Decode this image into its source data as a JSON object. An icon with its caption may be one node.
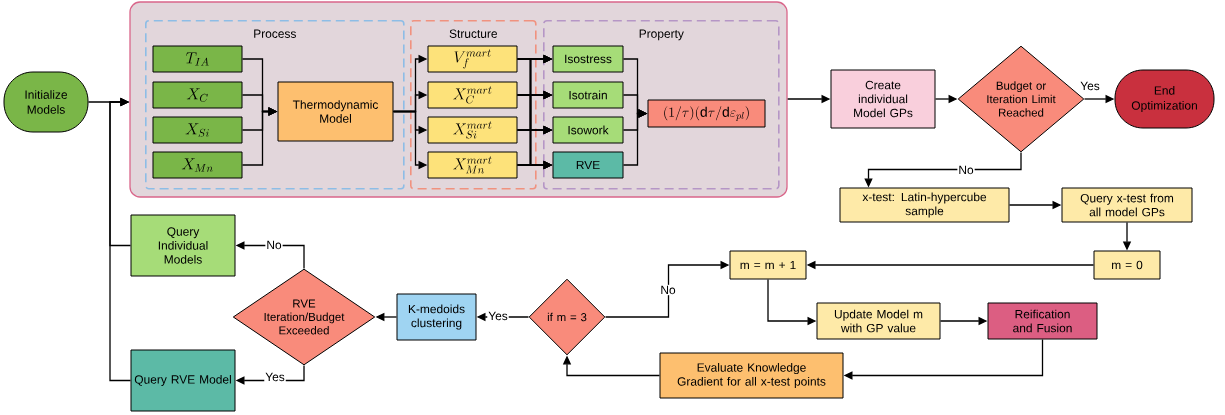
{
  "diagram": {
    "nodes": [
      {
        "text": [
          "Initialize Models"
        ]
      },
      {
        "text": [],
        "shape": "box"
      },
      {
        "text": [
          "Process"
        ],
        "in": 1
      },
      {
        "text": [
          "Structure"
        ],
        "in": 1
      },
      {
        "text": [
          "Property"
        ],
        "in": 1
      },
      {
        "text": [
          "T_{IA}"
        ],
        "in": 2
      },
      {
        "text": [
          "X_{C}"
        ],
        "in": 2
      },
      {
        "text": [
          "X_{Si}"
        ],
        "in": 2
      },
      {
        "text": [
          "X_{Mn}"
        ],
        "in": 2
      },
      {
        "text": [
          "Thermodynamic Model"
        ],
        "in": 2
      },
      {
        "text": [
          "V_{f}^{mart}"
        ],
        "in": 3
      },
      {
        "text": [
          "X_{C}^{mart}"
        ],
        "in": 3
      },
      {
        "text": [
          "X_{Si}^{mart}"
        ],
        "in": 3
      },
      {
        "text": [
          "X_{Mn}^{mart}"
        ],
        "in": 3
      },
      {
        "text": [
          "Isostress"
        ],
        "in": 4
      },
      {
        "text": [
          "Isotrain"
        ],
        "in": 4
      },
      {
        "text": [
          "Isowork"
        ],
        "in": 4
      },
      {
        "text": [
          "RVE"
        ],
        "in": 4
      },
      {
        "text": [
          "(1/\\tau)(\\mathrm{d}\\tau/\\mathrm{d}\\varepsilon_{pl})"
        ],
        "in": 4
      },
      {
        "text": [
          "Create individual Model GPs"
        ]
      },
      {
        "text": [
          "Budget or Iteration Limit Reached"
        ]
      },
      {
        "text": [
          "End Optimization"
        ]
      },
      {
        "text": [
          "x-test: Latin-hypercube sample"
        ]
      },
      {
        "text": [
          "Query x-test from all model GPs"
        ]
      },
      {
        "text": [
          "m = 0"
        ]
      },
      {
        "text": [
          "m = m + 1"
        ]
      },
      {
        "text": [
          "Update Model m with GP value"
        ]
      },
      {
        "text": [
          "Reification and Fusion"
        ]
      },
      {
        "text": [
          "Evaluate Knowledge Gradient for all x-test points"
        ]
      },
      {
        "text": [
          "if m = 3"
        ]
      },
      {
        "text": [
          "K-medoids clustering"
        ]
      },
      {
        "text": [
          "RVE Iteration/Budget Exceeded"
        ]
      },
      {
        "text": [
          "Query Individual Models"
        ]
      },
      {
        "text": [
          "Query RVE Model"
        ]
      }
    ],
    "edges": [
      {
        "from": 0,
        "to": 1,
        "arrow": "to"
      },
      {
        "from": 32,
        "to": 1,
        "arrow": "to"
      },
      {
        "from": 33,
        "to": 1,
        "arrow": "to"
      },
      {
        "from": 5,
        "to": 9,
        "arrow": "to"
      },
      {
        "from": 6,
        "to": 9,
        "arrow": "to"
      },
      {
        "from": 7,
        "to": 9,
        "arrow": "to"
      },
      {
        "from": 8,
        "to": 9,
        "arrow": "to"
      },
      {
        "from": 9,
        "to": 10,
        "arrow": "to"
      },
      {
        "from": 9,
        "to": 11,
        "arrow": "to"
      },
      {
        "from": 9,
        "to": 12,
        "arrow": "to"
      },
      {
        "from": 9,
        "to": 13,
        "arrow": "to"
      },
      {
        "from": 10,
        "to": 14,
        "arrow": "to"
      },
      {
        "from": 10,
        "to": 15,
        "arrow": "to"
      },
      {
        "from": 10,
        "to": 16,
        "arrow": "to"
      },
      {
        "from": 10,
        "to": 17,
        "arrow": "to"
      },
      {
        "from": 11,
        "to": 14,
        "arrow": "to"
      },
      {
        "from": 11,
        "to": 15,
        "arrow": "to"
      },
      {
        "from": 11,
        "to": 16,
        "arrow": "to"
      },
      {
        "from": 11,
        "to": 17,
        "arrow": "to"
      },
      {
        "from": 12,
        "to": 14,
        "arrow": "to"
      },
      {
        "from": 12,
        "to": 15,
        "arrow": "to"
      },
      {
        "from": 12,
        "to": 16,
        "arrow": "to"
      },
      {
        "from": 12,
        "to": 17,
        "arrow": "to"
      },
      {
        "from": 13,
        "to": 14,
        "arrow": "to"
      },
      {
        "from": 13,
        "to": 15,
        "arrow": "to"
      },
      {
        "from": 13,
        "to": 16,
        "arrow": "to"
      },
      {
        "from": 13,
        "to": 17,
        "arrow": "to"
      },
      {
        "from": 14,
        "to": 18,
        "arrow": "to"
      },
      {
        "from": 15,
        "to": 18,
        "arrow": "to"
      },
      {
        "from": 16,
        "to": 18,
        "arrow": "to"
      },
      {
        "from": 17,
        "to": 18,
        "arrow": "to"
      },
      {
        "from": 1,
        "to": 19,
        "arrow": "to"
      },
      {
        "from": 19,
        "to": 20,
        "arrow": "to"
      },
      {
        "from": 20,
        "to": 21,
        "arrow": "to",
        "label": "Yes"
      },
      {
        "from": 20,
        "to": 22,
        "arrow": "to",
        "label": "No"
      },
      {
        "from": 22,
        "to": 23,
        "arrow": "to"
      },
      {
        "from": 23,
        "to": 24,
        "arrow": "to"
      },
      {
        "from": 24,
        "to": 25,
        "arrow": "to"
      },
      {
        "from": 25,
        "to": 26,
        "arrow": "to"
      },
      {
        "from": 26,
        "to": 27,
        "arrow": "to"
      },
      {
        "from": 27,
        "to": 28,
        "arrow": "to"
      },
      {
        "from": 28,
        "to": 29,
        "arrow": "to"
      },
      {
        "from": 29,
        "to": 25,
        "arrow": "to",
        "label": "No"
      },
      {
        "from": 29,
        "to": 30,
        "arrow": "to",
        "label": "Yes"
      },
      {
        "from": 30,
        "to": 31,
        "arrow": "to"
      },
      {
        "from": 31,
        "to": 32,
        "arrow": "to",
        "label": "No"
      },
      {
        "from": 31,
        "to": 33,
        "arrow": "to",
        "label": "Yes"
      }
    ]
  }
}
